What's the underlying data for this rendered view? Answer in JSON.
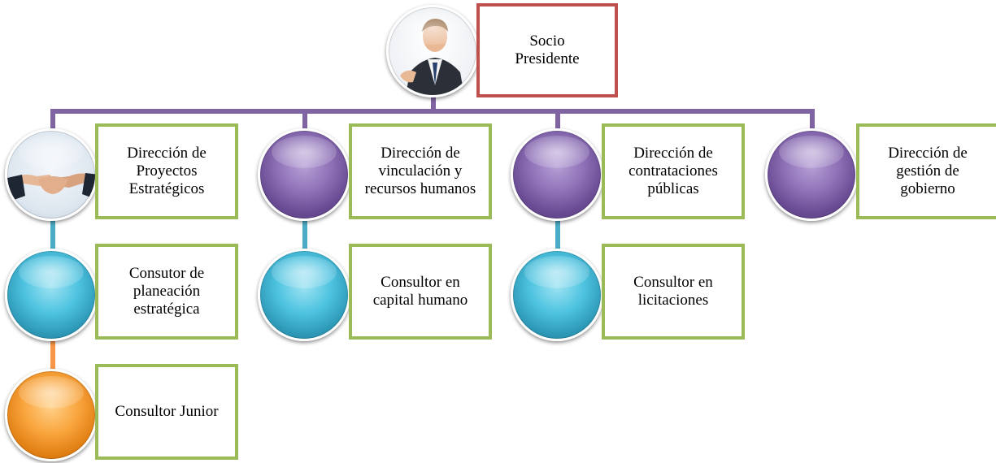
{
  "colors": {
    "connector_purple": "#8064a2",
    "connector_teal": "#4bacc6",
    "connector_orange": "#f79646",
    "box_border_green": "#9bbb59",
    "box_border_red": "#c0504d"
  },
  "top": {
    "icon": "businessman-photo-icon",
    "label": "Socio\nPresidente"
  },
  "directions": [
    {
      "icon": "handshake-photo-icon",
      "label": "Dirección de\nProyectos\nEstratégicos"
    },
    {
      "icon": "purple-circle-icon",
      "label": "Dirección de\nvinculación y\nrecursos humanos"
    },
    {
      "icon": "purple-circle-icon",
      "label": "Dirección de\ncontrataciones\npúblicas"
    },
    {
      "icon": "purple-circle-icon",
      "label": "Dirección de\ngestión de\ngobierno"
    }
  ],
  "consultants": [
    {
      "icon": "teal-circle-icon",
      "label": "Consutor de\nplaneación\nestratégica"
    },
    {
      "icon": "teal-circle-icon",
      "label": "Consultor en\ncapital humano"
    },
    {
      "icon": "teal-circle-icon",
      "label": "Consultor en\nlicitaciones"
    }
  ],
  "junior": {
    "icon": "orange-circle-icon",
    "label": "Consultor Junior"
  }
}
